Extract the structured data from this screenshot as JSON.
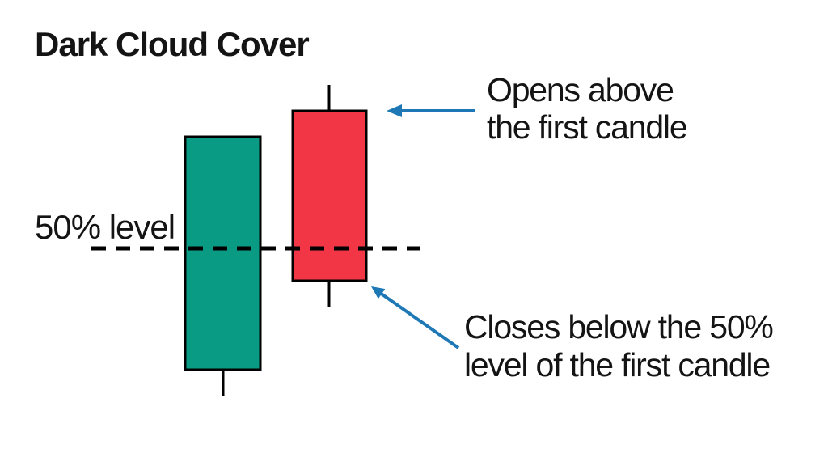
{
  "page": {
    "title": "Dark Cloud Cover",
    "background": "#ffffff"
  },
  "colors": {
    "green": "#0a9b84",
    "red": "#f23645",
    "blue": "#1e78b6",
    "text": "#141414",
    "line": "#000000"
  },
  "labels": {
    "level_label": "50% level",
    "opens_annotation_line1": "Opens above",
    "opens_annotation_line2": "the first candle",
    "closes_annotation_line1": "Closes below the 50%",
    "closes_annotation_line2": "level of the first candle"
  },
  "diagram": {
    "type": "candlestick-pattern-illustration",
    "pattern_name": "Dark Cloud Cover",
    "reference_line": {
      "label": "50% level",
      "style": "dashed-horizontal"
    },
    "candles": [
      {
        "name": "first candle",
        "direction": "bullish",
        "color_key": "green",
        "upper_wick": false,
        "lower_wick": true,
        "crosses_50pct_line": true
      },
      {
        "name": "second candle",
        "direction": "bearish",
        "color_key": "red",
        "upper_wick": true,
        "lower_wick": true,
        "opens_above_first_candle": true,
        "closes_below_50pct_of_first_candle": true
      }
    ],
    "annotations": [
      {
        "target": "second candle open (top)",
        "text": "Opens above the first candle"
      },
      {
        "target": "second candle close (bottom)",
        "text": "Closes below the 50% level of the first candle"
      }
    ]
  }
}
